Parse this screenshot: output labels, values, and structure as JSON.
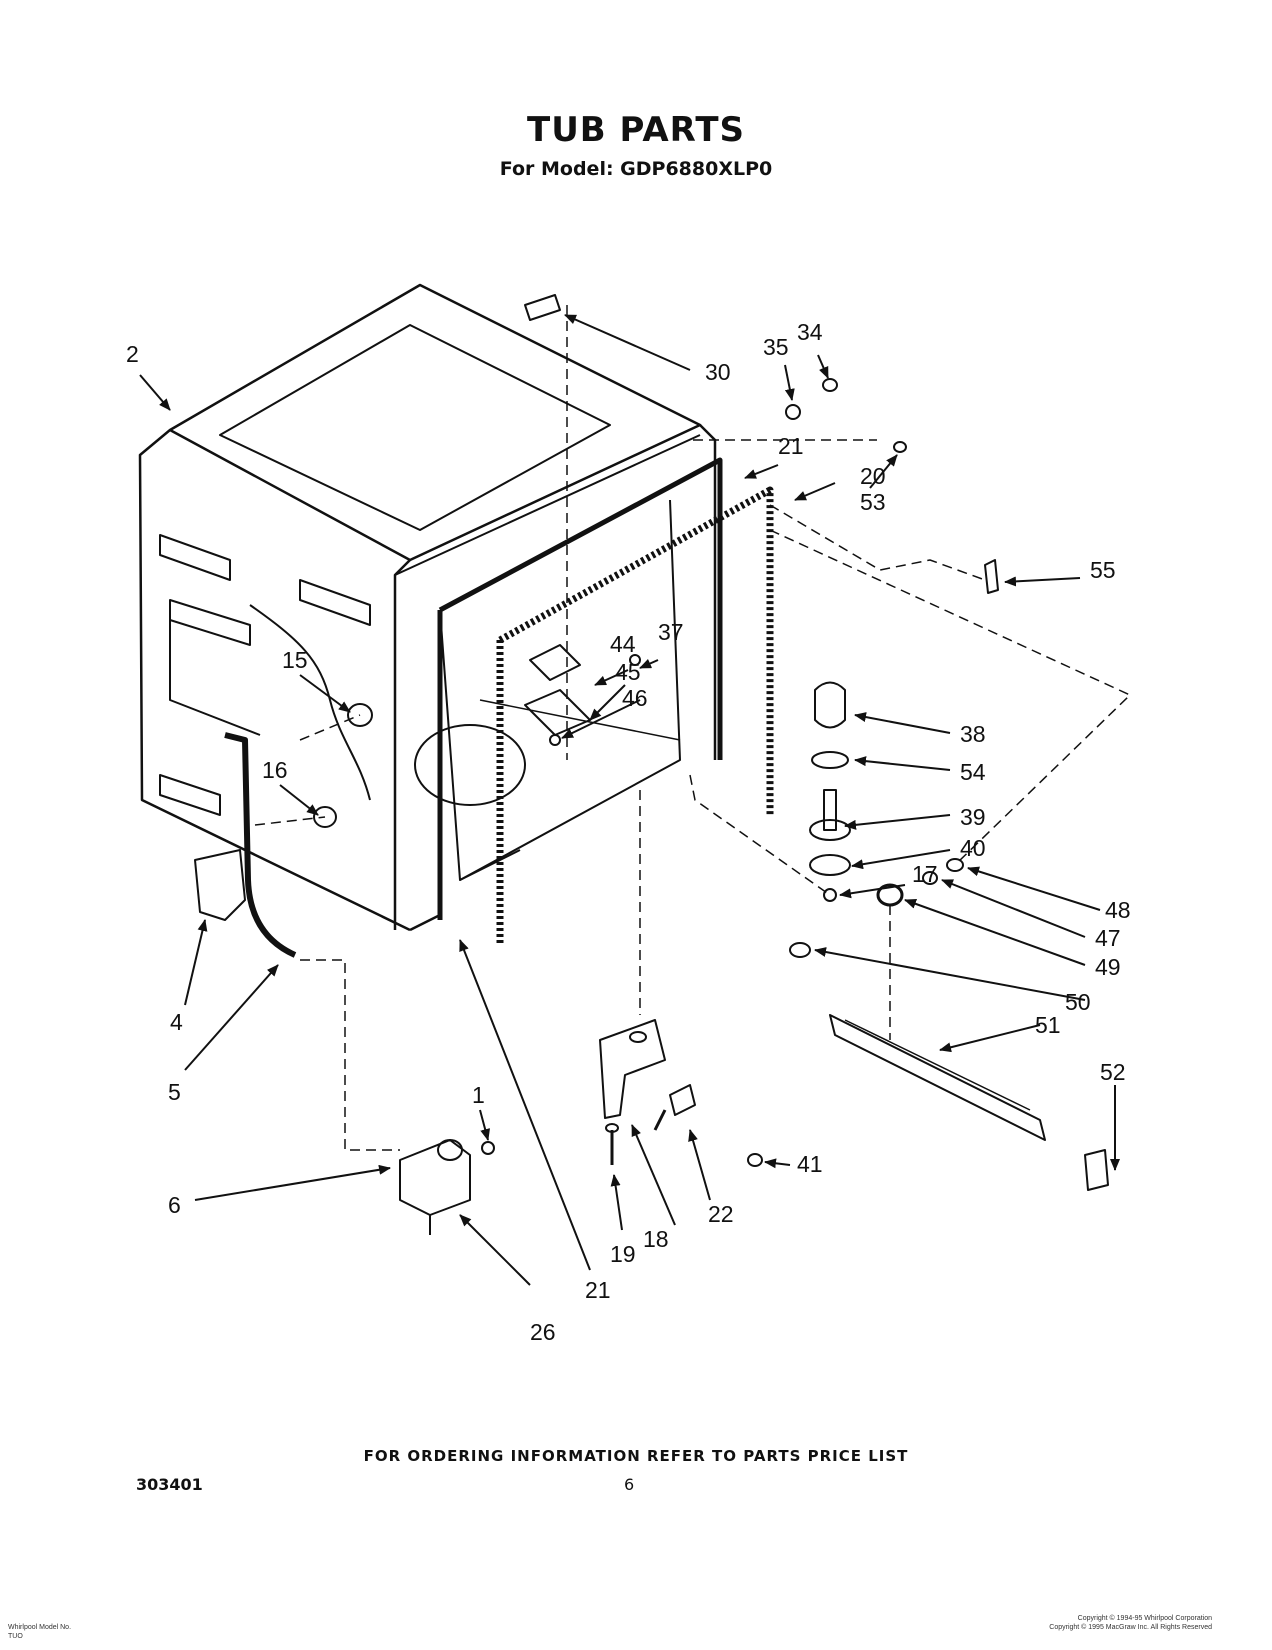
{
  "title": "TUB PARTS",
  "subtitle": "For Model: GDP6880XLP0",
  "footer_note": "FOR ORDERING INFORMATION REFER TO PARTS PRICE LIST",
  "doc_number": "303401",
  "page_number": "6",
  "fine_print_left": [
    "Whirlpool Model No.",
    "TUO"
  ],
  "fine_print_right": [
    "Copyright © 1994-95 Whirlpool Corporation",
    "Copyright © 1995 MacGraw Inc. All Rights Reserved"
  ],
  "callouts": {
    "c1": "1",
    "c2": "2",
    "c4": "4",
    "c5": "5",
    "c6": "6",
    "c15": "15",
    "c16": "16",
    "c17": "17",
    "c18": "18",
    "c19": "19",
    "c20": "20",
    "c21a": "21",
    "c21b": "21",
    "c22": "22",
    "c26": "26",
    "c30": "30",
    "c34": "34",
    "c35": "35",
    "c37": "37",
    "c38": "38",
    "c39": "39",
    "c40": "40",
    "c41": "41",
    "c44": "44",
    "c45": "45",
    "c46": "46",
    "c47": "47",
    "c48": "48",
    "c49": "49",
    "c50": "50",
    "c51": "51",
    "c52": "52",
    "c53": "53",
    "c54": "54",
    "c55": "55"
  }
}
